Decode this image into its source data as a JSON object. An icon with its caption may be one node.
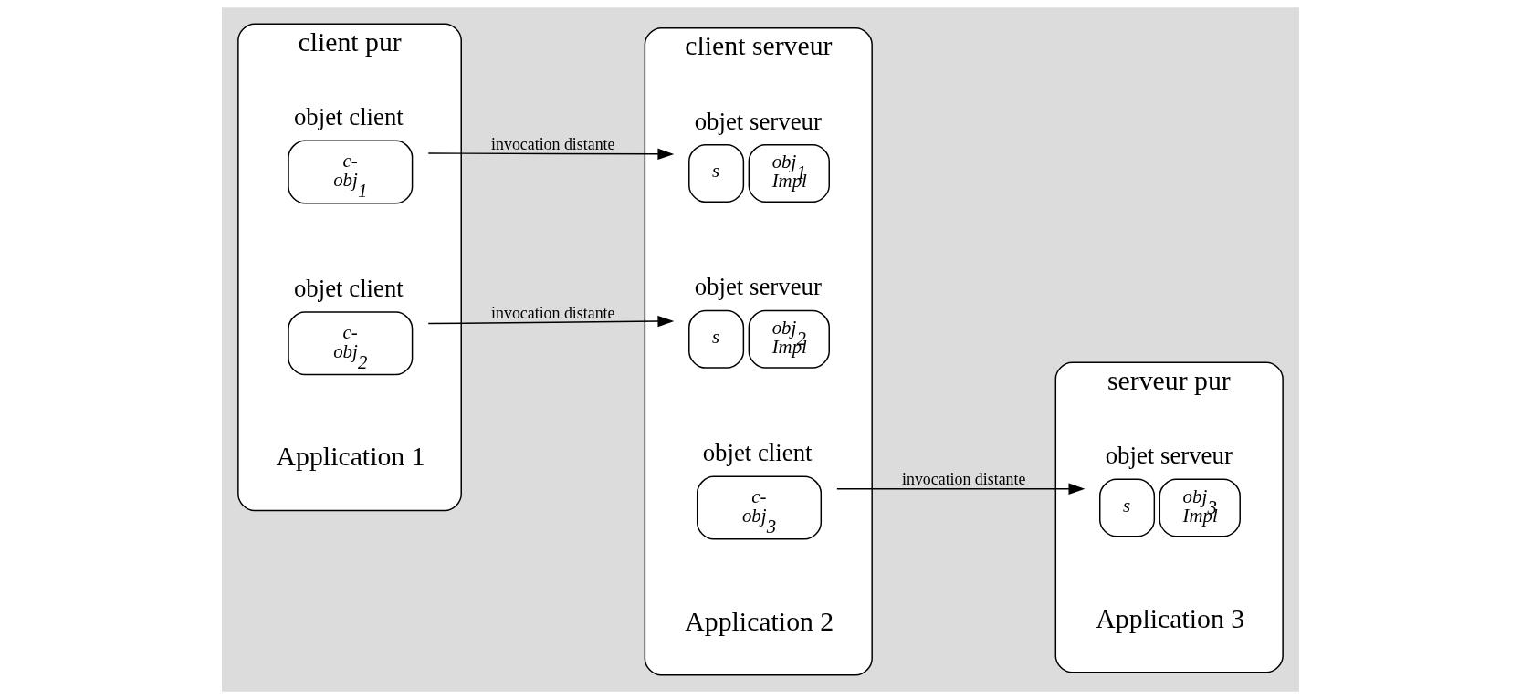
{
  "diagram": {
    "nodes": [
      {
        "text": [
          "client pur"
        ],
        "beside": [
          "Application 1"
        ]
      },
      {
        "text": [
          "objet client",
          "c- obj$_{1}$"
        ],
        "in": 0
      },
      {
        "text": [
          "objet client",
          "c- obj$_{2}$"
        ],
        "in": 0
      },
      {
        "text": [
          "client serveur"
        ],
        "beside": [
          "Application 2"
        ]
      },
      {
        "text": [
          "objet serveur",
          "s",
          "obj$_{1}$ Impl"
        ],
        "in": 3
      },
      {
        "text": [
          "objet serveur",
          "s",
          "obj$_{2}$ Impl"
        ],
        "in": 3
      },
      {
        "text": [
          "objet client",
          "c- obj$_{3}$"
        ],
        "in": 3
      },
      {
        "text": [
          "serveur pur"
        ],
        "beside": [
          "Application 3"
        ]
      },
      {
        "text": [
          "objet serveur",
          "s",
          "obj$_{3}$ Impl"
        ],
        "in": 7
      }
    ],
    "edges": [
      {
        "from": 1,
        "to": 4,
        "arrow": "to",
        "label": "invocation distante"
      },
      {
        "from": 2,
        "to": 5,
        "arrow": "to",
        "label": "invocation distante"
      },
      {
        "from": 6,
        "to": 8,
        "arrow": "to",
        "label": "invocation distante"
      }
    ]
  }
}
